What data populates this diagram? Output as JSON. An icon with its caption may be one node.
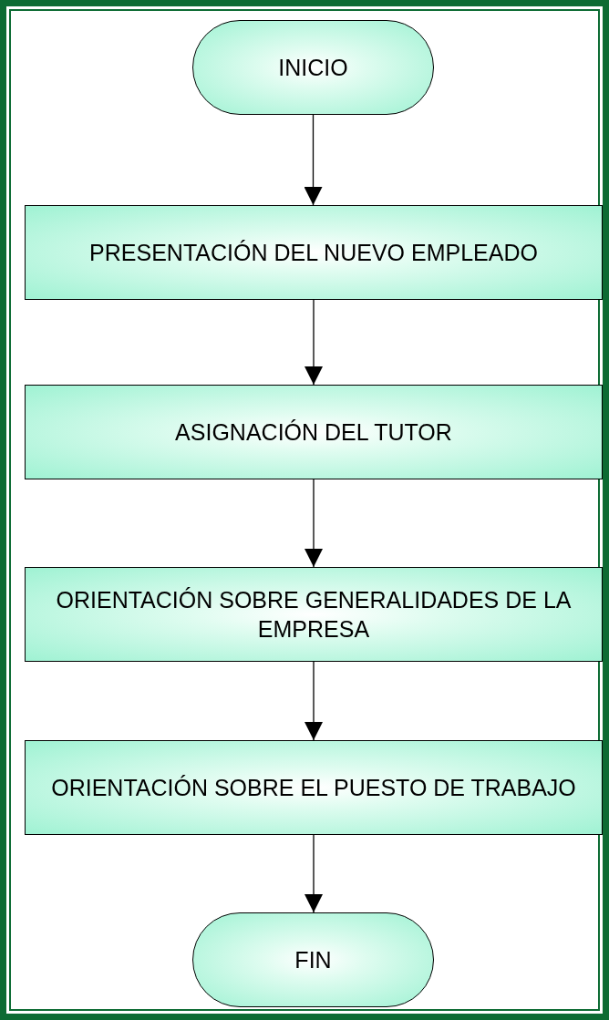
{
  "diagram": {
    "nodes": [
      {
        "text": [
          "INICIO"
        ]
      },
      {
        "text": [
          "PRESENTACIÓN DEL NUEVO EMPLEADO"
        ]
      },
      {
        "text": [
          "ASIGNACIÓN DEL TUTOR"
        ]
      },
      {
        "text": [
          "ORIENTACIÓN SOBRE GENERALIDADES DE LA EMPRESA"
        ]
      },
      {
        "text": [
          "ORIENTACIÓN SOBRE EL PUESTO DE TRABAJO"
        ]
      },
      {
        "text": [
          "FIN"
        ]
      }
    ],
    "edges": [
      {
        "from": 0,
        "to": 1,
        "arrow": "to"
      },
      {
        "from": 1,
        "to": 2,
        "arrow": "to"
      },
      {
        "from": 2,
        "to": 3,
        "arrow": "to"
      },
      {
        "from": 3,
        "to": 4,
        "arrow": "to"
      },
      {
        "from": 4,
        "to": 5,
        "arrow": "to"
      }
    ]
  }
}
